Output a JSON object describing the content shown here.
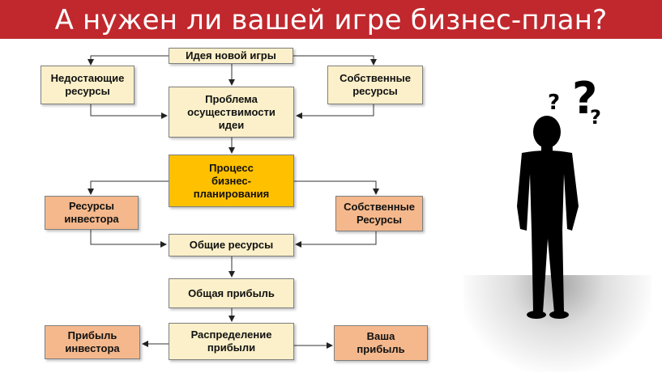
{
  "title": "А нужен ли вашей игре бизнес-план?",
  "colors": {
    "title_bg": "#c0282d",
    "cream": "#fbf0c9",
    "peach": "#f4b88c",
    "gold": "#ffc000"
  },
  "nodes": {
    "idea": "Идея новой игры",
    "missing": "Недостающие\nресурсы",
    "own1": "Собственные\nресурсы",
    "problem": "Проблема\nосуществимости\nидеи",
    "process": "Процесс\nбизнес-\nпланирования",
    "investor_res": "Ресурсы\nинвестора",
    "own2": "Собственные\nРесурсы",
    "common_res": "Общие ресурсы",
    "common_profit": "Общая прибыль",
    "distribution": "Распределение\nприбыли",
    "investor_profit": "Прибыль\nинвестора",
    "your_profit": "Ваша\nприбыль"
  },
  "icons": {
    "figure": "thinking-person-silhouette-icon",
    "marks": "question-marks-icon"
  }
}
